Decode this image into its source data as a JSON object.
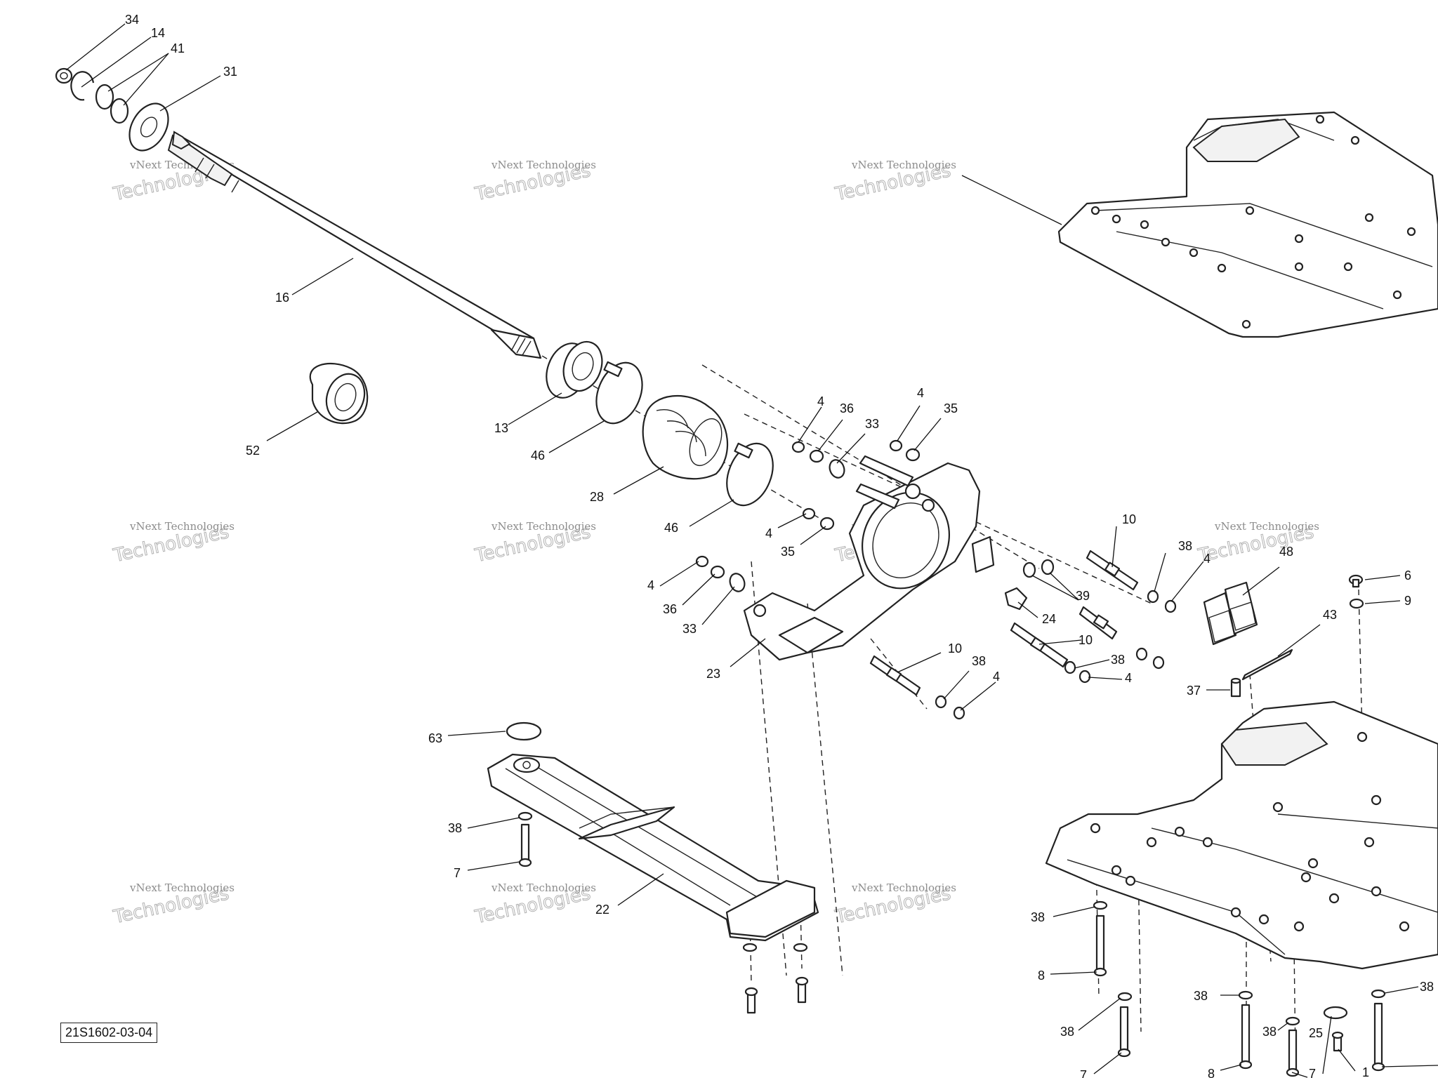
{
  "diagram": {
    "reference_code": "21S1602-03-04",
    "watermark_line1": "vNext Technologies",
    "watermark_line2": "vNext",
    "watermark_line3": "Technologies",
    "callouts": {
      "c34": "34",
      "c14": "14",
      "c41": "41",
      "c31": "31",
      "c16": "16",
      "c52": "52",
      "c13": "13",
      "c46a": "46",
      "c28": "28",
      "c46b": "46",
      "c4a": "4",
      "c36a": "36",
      "c33a": "33",
      "c4b": "4",
      "c35a": "35",
      "c4c": "4",
      "c35b": "35",
      "c4d": "4",
      "c36b": "36",
      "c33b": "33",
      "c23": "23",
      "c10a": "10",
      "c38a": "38",
      "c4e": "4",
      "c39": "39",
      "c24": "24",
      "c10b": "10",
      "c38b": "38",
      "c4f": "4",
      "c10c": "10",
      "c38c": "38",
      "c4g": "4",
      "c48": "48",
      "c6": "6",
      "c9": "9",
      "c43": "43",
      "c37": "37",
      "c63": "63",
      "c38d": "38",
      "c7a": "7",
      "c22": "22",
      "c38e": "38",
      "c8a": "8",
      "c38f": "38",
      "c7b": "7",
      "c38g": "38",
      "c38h": "38",
      "c25": "25",
      "c7c": "7",
      "c8b": "8",
      "c1": "1",
      "c38i": "38"
    }
  }
}
